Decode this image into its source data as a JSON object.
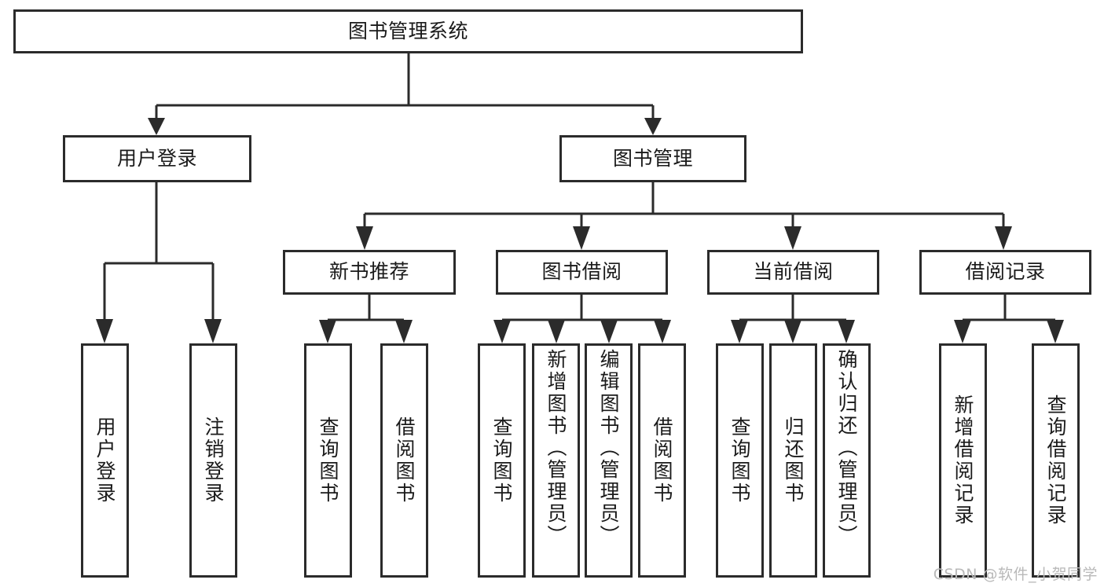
{
  "diagram": {
    "title": "图书管理系统",
    "type": "tree",
    "watermark": "CSDN @软件_小贺同学",
    "colors": {
      "border": "#2b2b2b",
      "background": "#ffffff",
      "text": "#1a1a1a",
      "watermark": "#b9b9b9"
    },
    "root": {
      "label": "图书管理系统"
    },
    "level2": [
      {
        "label": "用户登录"
      },
      {
        "label": "图书管理"
      }
    ],
    "level3": [
      {
        "label": "新书推荐"
      },
      {
        "label": "图书借阅"
      },
      {
        "label": "当前借阅"
      },
      {
        "label": "借阅记录"
      }
    ],
    "leaves": {
      "user_login": [
        {
          "label": "用户登录"
        },
        {
          "label": "注销登录"
        }
      ],
      "new_book_recommend": [
        {
          "label": "查询图书"
        },
        {
          "label": "借阅图书"
        }
      ],
      "book_borrow": [
        {
          "label": "查询图书"
        },
        {
          "label": "新增图书（管理员）"
        },
        {
          "label": "编辑图书（管理员）"
        },
        {
          "label": "借阅图书"
        }
      ],
      "current_borrow": [
        {
          "label": "查询图书"
        },
        {
          "label": "归还图书"
        },
        {
          "label": "确认归还（管理员）"
        }
      ],
      "borrow_record": [
        {
          "label": "新增借阅记录"
        },
        {
          "label": "查询借阅记录"
        }
      ]
    }
  }
}
